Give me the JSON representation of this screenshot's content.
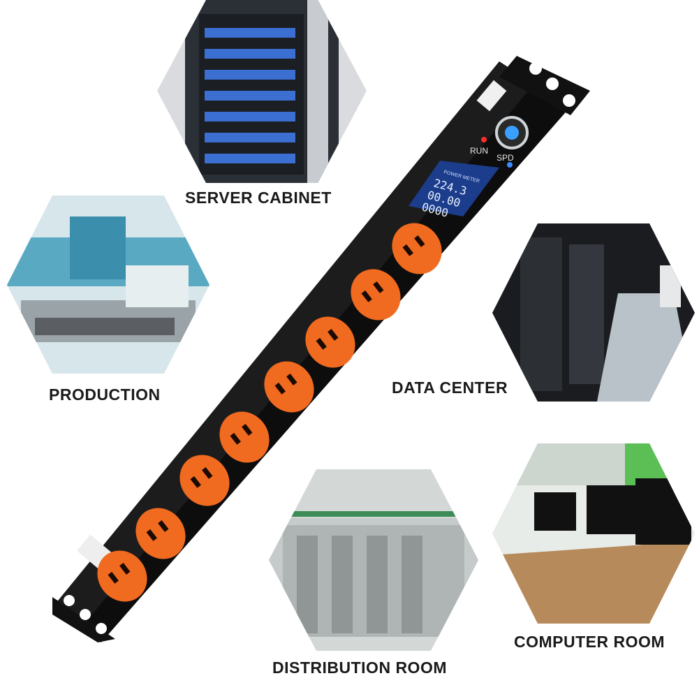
{
  "scene_labels": {
    "server_cabinet": "SERVER CABINET",
    "production": "PRODUCTION",
    "data_center": "DATA CENTER",
    "distribution_room": "DISTRIBUTION ROOM",
    "computer_room": "COMPUTER ROOM"
  },
  "device": {
    "indicators": {
      "run": "RUN",
      "spd": "SPD"
    },
    "meter": {
      "title": "POWER METER",
      "voltage": "224.3",
      "current": "00.00",
      "power": "0000"
    },
    "outlet_count": 8,
    "colors": {
      "body": "#0d0d0d",
      "outlet": "#f06a1f",
      "display": "#1c3c8c"
    }
  }
}
